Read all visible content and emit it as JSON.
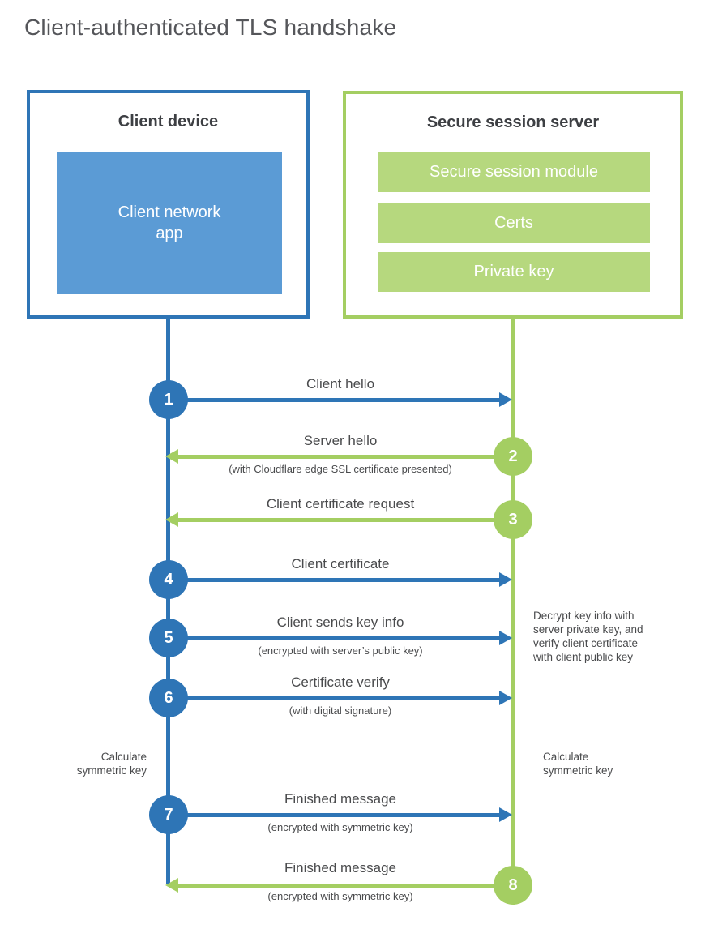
{
  "title": "Client-authenticated TLS handshake",
  "client_box": {
    "title": "Client device",
    "app_label": "Client network\napp"
  },
  "server_box": {
    "title": "Secure session server",
    "modules": [
      "Secure session module",
      "Certs",
      "Private key"
    ]
  },
  "steps": [
    {
      "num": "1",
      "direction": "client-to-server",
      "label": "Client hello",
      "sublabel": ""
    },
    {
      "num": "2",
      "direction": "server-to-client",
      "label": "Server hello",
      "sublabel": "(with Cloudflare edge SSL certificate presented)"
    },
    {
      "num": "3",
      "direction": "server-to-client",
      "label": "Client certificate request",
      "sublabel": ""
    },
    {
      "num": "4",
      "direction": "client-to-server",
      "label": "Client certificate",
      "sublabel": ""
    },
    {
      "num": "5",
      "direction": "client-to-server",
      "label": "Client sends key info",
      "sublabel": "(encrypted with server’s public key)"
    },
    {
      "num": "6",
      "direction": "client-to-server",
      "label": "Certificate verify",
      "sublabel": "(with digital signature)"
    },
    {
      "num": "7",
      "direction": "client-to-server",
      "label": "Finished message",
      "sublabel": "(encrypted with symmetric key)"
    },
    {
      "num": "8",
      "direction": "server-to-client",
      "label": "Finished message",
      "sublabel": "(encrypted with symmetric key)"
    }
  ],
  "annotations": {
    "decrypt_note": "Decrypt key info with\nserver private key, and\nverify client certificate\nwith client public key",
    "calc_left": "Calculate\nsymmetric key",
    "calc_right": "Calculate\nsymmetric key"
  },
  "colors": {
    "blue": "#2e75b6",
    "blue_fill": "#5b9bd5",
    "green": "#a4ce62",
    "green_fill": "#b6d87e"
  }
}
